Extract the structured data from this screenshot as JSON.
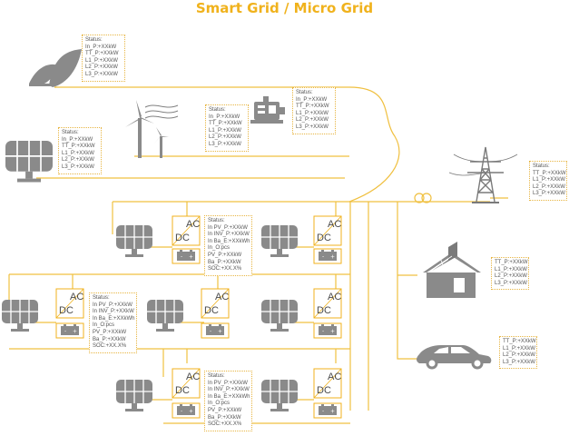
{
  "title": "Smart Grid / Micro Grid",
  "colors": {
    "accent": "#f0b21c",
    "line": "#f0c040",
    "icon": "#808080",
    "inverter_border": "#f0b21c"
  },
  "icons": [
    "leaf-icon",
    "solar-panel-icon",
    "wind-turbine-icon",
    "generator-icon",
    "transmission-tower-icon",
    "transformer-icon",
    "house-icon",
    "car-icon",
    "inverter-icon",
    "battery-icon"
  ],
  "inverter_labels": {
    "ac": "AC",
    "dc": "DC"
  },
  "status_boxes": {
    "leaf": [
      "Status:",
      "In_P:+XXkW",
      "TT_P:+XXkW",
      "L1_P:+XXkW",
      "L2_P:+XXkW",
      "L3_P:+XXkW"
    ],
    "solar_left": [
      "Status:",
      "In_P:+XXkW",
      "TT_P:+XXkW",
      "L1_P:+XXkW",
      "L2_P:+XXkW",
      "L3_P:+XXkW"
    ],
    "wind": [
      "Status:",
      "In_P:+XXkW",
      "TT_P:+XXkW",
      "L1_P:+XXkW",
      "L2_P:+XXkW",
      "L3_P:+XXkW"
    ],
    "generator": [
      "Status:",
      "In_P:+XXkW",
      "TT_P:+XXkW",
      "L1_P:+XXkW",
      "L2_P:+XXkW",
      "L3_P:+XXkW"
    ],
    "tower": [
      "Status:",
      "TT_P:+XXkW",
      "L1_P:+XXkW",
      "L2_P:+XXkW",
      "L3_P:+XXkW"
    ],
    "hybrid_1": [
      "Status:",
      "In PV_P:+XXkW",
      "In INV_P:+XXkW",
      "In Ba_E:+XXkWh",
      "In_O:pcs",
      "PV_P:+XXkW",
      "Ba_P:+XXkW",
      "SOC:+XX.X%"
    ],
    "hybrid_2": [
      "Status:",
      "In PV_P:+XXkW",
      "In INV_P:+XXkW",
      "In Ba_E:+XXkWh",
      "In_O:pcs",
      "PV_P:+XXkW",
      "Ba_P:+XXkW",
      "SOC:+XX.X%"
    ],
    "hybrid_3": [
      "Status:",
      "In PV_P:+XXkW",
      "In INV_P:+XXkW",
      "In Ba_E:+XXkWh",
      "In_O:pcs",
      "PV_P:+XXkW",
      "Ba_P:+XXkW",
      "SOC:+XX.X%"
    ],
    "house": [
      "TT_P:+XXkW",
      "L1_P:+XXkW",
      "L2_P:+XXkW",
      "L3_P:+XXkW"
    ],
    "car": [
      "TT_P:+XXkW",
      "L1_P:+XXkW",
      "L2_P:+XXkW",
      "L3_P:+XXkW"
    ]
  }
}
